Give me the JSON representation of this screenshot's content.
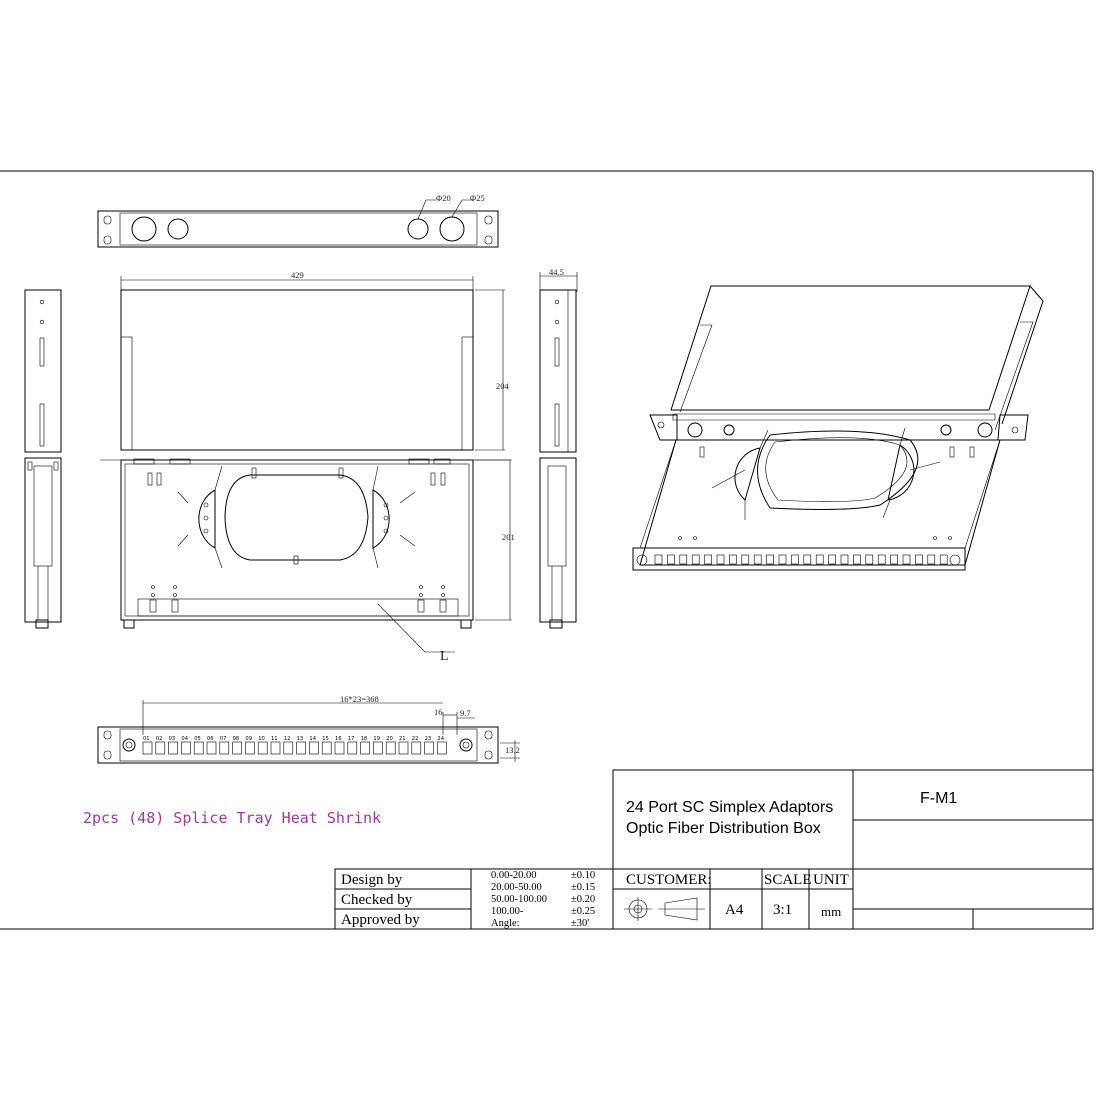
{
  "dimensions": {
    "phi20": "Φ20",
    "phi25": "Φ25",
    "width_429": "429",
    "depth_44_5": "44.5",
    "height_204": "204",
    "height_201": "201",
    "leader_L": "L",
    "pitch": "16*23=368",
    "pitch_16": "16",
    "offset_9_7": "9.7",
    "height_13_2": "13.2"
  },
  "port_numbers": [
    "01",
    "02",
    "03",
    "04",
    "05",
    "06",
    "07",
    "08",
    "09",
    "10",
    "11",
    "12",
    "13",
    "14",
    "15",
    "16",
    "17",
    "18",
    "19",
    "20",
    "21",
    "22",
    "23",
    "24"
  ],
  "note": "2pcs (48) Splice Tray Heat Shrink",
  "title_block": {
    "title_line1": "24 Port SC Simplex Adaptors",
    "title_line2": "Optic Fiber Distribution Box",
    "drawing_code": "F-M1",
    "design_by": "Design by",
    "checked_by": "Checked by",
    "approved_by": "Approved by",
    "tolerance_ranges": [
      "0.00-20.00",
      "20.00-50.00",
      "50.00-100.00",
      "100.00-",
      "Angle:"
    ],
    "tolerance_values": [
      "±0.10",
      "±0.15",
      "±0.20",
      "±0.25",
      "±30'"
    ],
    "customer_label": "CUSTOMER:",
    "paper_size": "A4",
    "scale_label": "SCALE",
    "unit_label": "UNIT",
    "scale_value": "3:1",
    "unit_value": "mm"
  }
}
